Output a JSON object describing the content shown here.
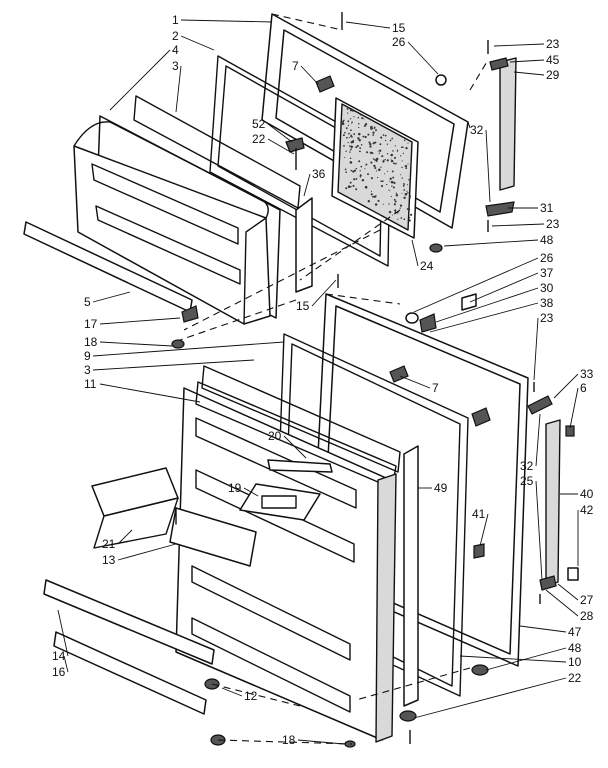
{
  "callouts": [
    {
      "id": "c1",
      "text": "1"
    },
    {
      "id": "c2",
      "text": "2"
    },
    {
      "id": "c4",
      "text": "4"
    },
    {
      "id": "c3a",
      "text": "3"
    },
    {
      "id": "c15a",
      "text": "15"
    },
    {
      "id": "c26a",
      "text": "26"
    },
    {
      "id": "c23a",
      "text": "23"
    },
    {
      "id": "c45",
      "text": "45"
    },
    {
      "id": "c29",
      "text": "29"
    },
    {
      "id": "c7a",
      "text": "7"
    },
    {
      "id": "c52",
      "text": "52"
    },
    {
      "id": "c22a",
      "text": "22"
    },
    {
      "id": "c32a",
      "text": "32"
    },
    {
      "id": "c36",
      "text": "36"
    },
    {
      "id": "c31",
      "text": "31"
    },
    {
      "id": "c23b",
      "text": "23"
    },
    {
      "id": "c48a",
      "text": "48"
    },
    {
      "id": "c24",
      "text": "24"
    },
    {
      "id": "c26b",
      "text": "26"
    },
    {
      "id": "c37",
      "text": "37"
    },
    {
      "id": "c30",
      "text": "30"
    },
    {
      "id": "c38",
      "text": "38"
    },
    {
      "id": "c23c",
      "text": "23"
    },
    {
      "id": "c5",
      "text": "5"
    },
    {
      "id": "c17",
      "text": "17"
    },
    {
      "id": "c15b",
      "text": "15"
    },
    {
      "id": "c18a",
      "text": "18"
    },
    {
      "id": "c9",
      "text": "9"
    },
    {
      "id": "c3b",
      "text": "3"
    },
    {
      "id": "c11",
      "text": "11"
    },
    {
      "id": "c7b",
      "text": "7"
    },
    {
      "id": "c33",
      "text": "33"
    },
    {
      "id": "c6",
      "text": "6"
    },
    {
      "id": "c20",
      "text": "20"
    },
    {
      "id": "c19",
      "text": "19"
    },
    {
      "id": "c49",
      "text": "49"
    },
    {
      "id": "c32b",
      "text": "32"
    },
    {
      "id": "c25",
      "text": "25"
    },
    {
      "id": "c40",
      "text": "40"
    },
    {
      "id": "c42",
      "text": "42"
    },
    {
      "id": "c41",
      "text": "41"
    },
    {
      "id": "c21",
      "text": "21"
    },
    {
      "id": "c13",
      "text": "13"
    },
    {
      "id": "c27",
      "text": "27"
    },
    {
      "id": "c28",
      "text": "28"
    },
    {
      "id": "c47",
      "text": "47"
    },
    {
      "id": "c14",
      "text": "14"
    },
    {
      "id": "c16",
      "text": "16"
    },
    {
      "id": "c48b",
      "text": "48"
    },
    {
      "id": "c10",
      "text": "10"
    },
    {
      "id": "c12",
      "text": "12"
    },
    {
      "id": "c22b",
      "text": "22"
    },
    {
      "id": "c18b",
      "text": "18"
    }
  ]
}
